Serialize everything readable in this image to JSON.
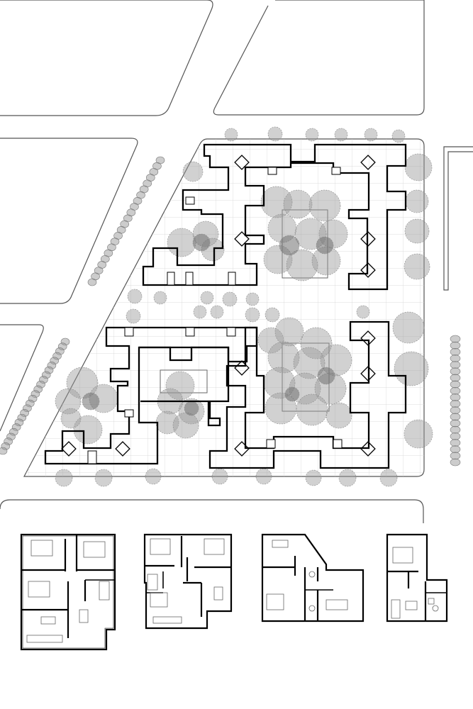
{
  "site_plan": {
    "city_blocks_count": 5,
    "building_clusters": [
      "north-cluster",
      "south-cluster"
    ],
    "courtyards": 3
  },
  "unit_plans": [
    {
      "id": "unit-a"
    },
    {
      "id": "unit-b"
    },
    {
      "id": "unit-c"
    },
    {
      "id": "unit-d"
    }
  ],
  "colors": {
    "wall": "#000000",
    "street_outline": "#555555",
    "grid": "#d4d4d4",
    "tree_fill": "#9a9a9a",
    "tree_dark": "#707070",
    "furniture": "#666666"
  }
}
